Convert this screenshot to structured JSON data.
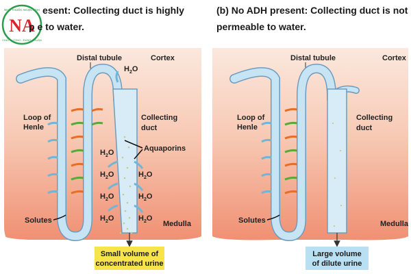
{
  "logo": {
    "brand": "NHÀ THUỐC NGỌC ANH",
    "mark": "NA",
    "tagline": "CHẤT LƯỢNG - ĐÚNG CHUẨN"
  },
  "panels": [
    {
      "id": "a",
      "title_line1": "esent: Collecting duct is highly",
      "title_line2": "p    e to water.",
      "distal_label": "Distal tubule",
      "cortex_label": "Cortex",
      "medulla_label": "Medulla",
      "loop_label_1": "Loop of",
      "loop_label_2": "Henle",
      "collecting_label_1": "Collecting",
      "collecting_label_2": "duct",
      "aquaporins_label": "Aquaporins",
      "solutes_label": "Solutes",
      "water": "H2O",
      "result_line1": "Small volume of",
      "result_line2": "concentrated urine",
      "result_color": "#f7e34a"
    },
    {
      "id": "b",
      "title_line1": "(b) No ADH present: Collecting duct is not",
      "title_line2": "permeable to water.",
      "distal_label": "Distal tubule",
      "cortex_label": "Cortex",
      "medulla_label": "Medulla",
      "loop_label_1": "Loop of",
      "loop_label_2": "Henle",
      "collecting_label_1": "Collecting",
      "collecting_label_2": "duct",
      "solutes_label": "Solutes",
      "result_line1": "Large volume",
      "result_line2": "of dilute urine",
      "result_color": "#b9dff3"
    }
  ],
  "colors": {
    "cortex_bg": "#f7dccd",
    "medulla_bg": "#f29a80",
    "tubule_fill": "#c7e4f5",
    "tubule_stroke": "#6b9cc0",
    "water_arrow": "#6fb6d9",
    "salt_arrow": "#e36f2c",
    "green_arrow": "#5aa83c"
  }
}
